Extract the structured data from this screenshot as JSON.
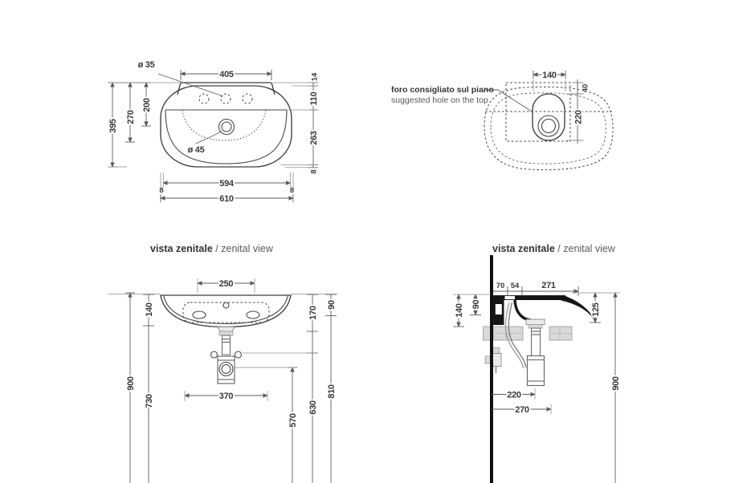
{
  "titles": {
    "front": {
      "it": "vista zenitale ",
      "en": "/ zenital view"
    },
    "side": {
      "it": "vista zenitale ",
      "en": "/ zenital view"
    }
  },
  "annotations": {
    "suggested_hole_it": "foro consigliato sul piano",
    "suggested_hole_en": "suggested hole on the top"
  },
  "dimensions": {
    "top_view": {
      "tap_span": "405",
      "tap_hole_dia": "ø 35",
      "drain_dia": "ø 45",
      "total_depth": "395",
      "drain_depth": "270",
      "holes_depth": "200",
      "ledge_lip": "14",
      "deck_depth": "110",
      "bowl_depth": "263",
      "rim_bottom": "8",
      "inner_width": "594",
      "total_width": "610",
      "edge_left": "8",
      "edge_right": "8"
    },
    "hole_view": {
      "hole_width": "140",
      "hole_offset": "40",
      "hole_length": "220"
    },
    "front_view": {
      "back_ledge": "250",
      "basin_height": "140",
      "rim_to_floor": "900",
      "under_to_floor": "730",
      "front_height": "170",
      "ledge_height": "90",
      "fixing_span": "370",
      "trap_height": "570",
      "supply_height": "630",
      "overflow_height": "810"
    },
    "side_view": {
      "wall_gap": "70",
      "ledge_depth": "54",
      "bowl_width": "271",
      "basin_height": "140",
      "back_height": "90",
      "front_height": "125",
      "trap_depth": "220",
      "drain_depth": "270",
      "rim_to_floor": "900"
    }
  }
}
